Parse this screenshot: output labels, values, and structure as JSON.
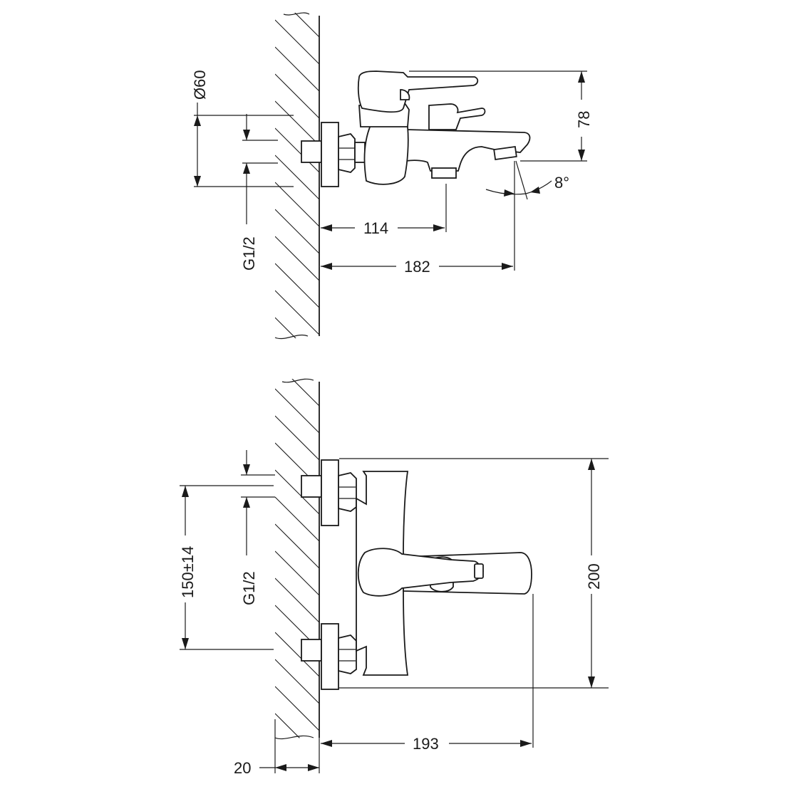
{
  "top_view": {
    "dims": {
      "dia": "Ø60",
      "thread": "G1/2",
      "d114": "114",
      "d182": "182",
      "d78": "78",
      "angle": "8°"
    }
  },
  "bottom_view": {
    "dims": {
      "d150": "150±14",
      "thread": "G1/2",
      "d200": "200",
      "d193": "193",
      "d20": "20"
    }
  },
  "colors": {
    "line": "#1a1a1a",
    "background": "#ffffff"
  }
}
